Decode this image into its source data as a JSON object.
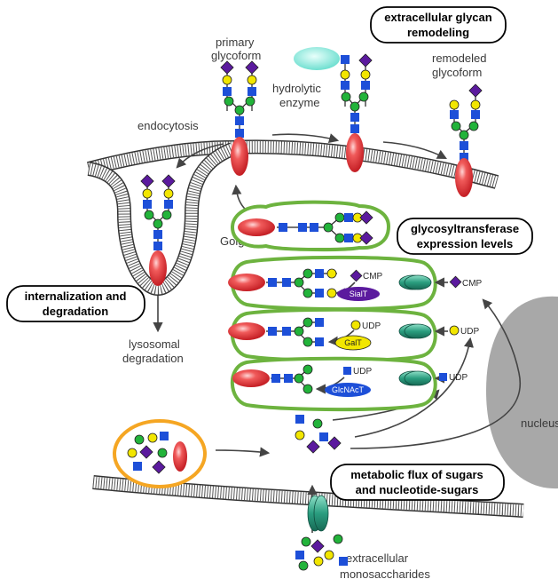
{
  "labels": {
    "primary_glycoform_1": "primary",
    "primary_glycoform_2": "glycoform",
    "hydrolytic_enzyme_1": "hydrolytic",
    "hydrolytic_enzyme_2": "enzyme",
    "remodeled_glycoform_1": "remodeled",
    "remodeled_glycoform_2": "glycoform",
    "endocytosis": "endocytosis",
    "golgi": "Golgi",
    "lysosomal_degradation_1": "lysosomal",
    "lysosomal_degradation_2": "degradation",
    "nucleus": "nucleus",
    "extracellular_monosaccharides_1": "extracellular",
    "extracellular_monosaccharides_2": "monosaccharides"
  },
  "boxes": {
    "extracellular_remodeling_1": "extracellular glycan",
    "extracellular_remodeling_2": "remodeling",
    "glycosyltransferase_1": "glycosyltransferase",
    "glycosyltransferase_2": "expression levels",
    "internalization_1": "internalization and",
    "internalization_2": "degradation",
    "metabolic_flux_1": "metabolic flux of sugars",
    "metabolic_flux_2": "and nucleotide-sugars"
  },
  "enzymes": {
    "sialt": "SialT",
    "galt": "GalT",
    "glcnact": "GlcNAcT"
  },
  "nucleotides": {
    "cmp_inside": "CMP",
    "cmp_outside": "CMP",
    "udp_gal_inside": "UDP",
    "udp_gal_outside": "UDP",
    "udp_glcnac_inside": "UDP",
    "udp_glcnac_outside": "UDP"
  },
  "colors": {
    "glcnac_square": "#1d4fd8",
    "mannose_circle": "#22b33a",
    "galactose_circle": "#f2e600",
    "sialic_acid_diamond": "#5b1a9e",
    "protein_red": "#e8383d",
    "golgi_outline": "#6db33f",
    "transporter_teal": "#2a9d7f",
    "lysosome_orange": "#f5a623",
    "nucleus_gray": "#a8a8a8",
    "enzyme_cyan": "#7fe3d6"
  }
}
